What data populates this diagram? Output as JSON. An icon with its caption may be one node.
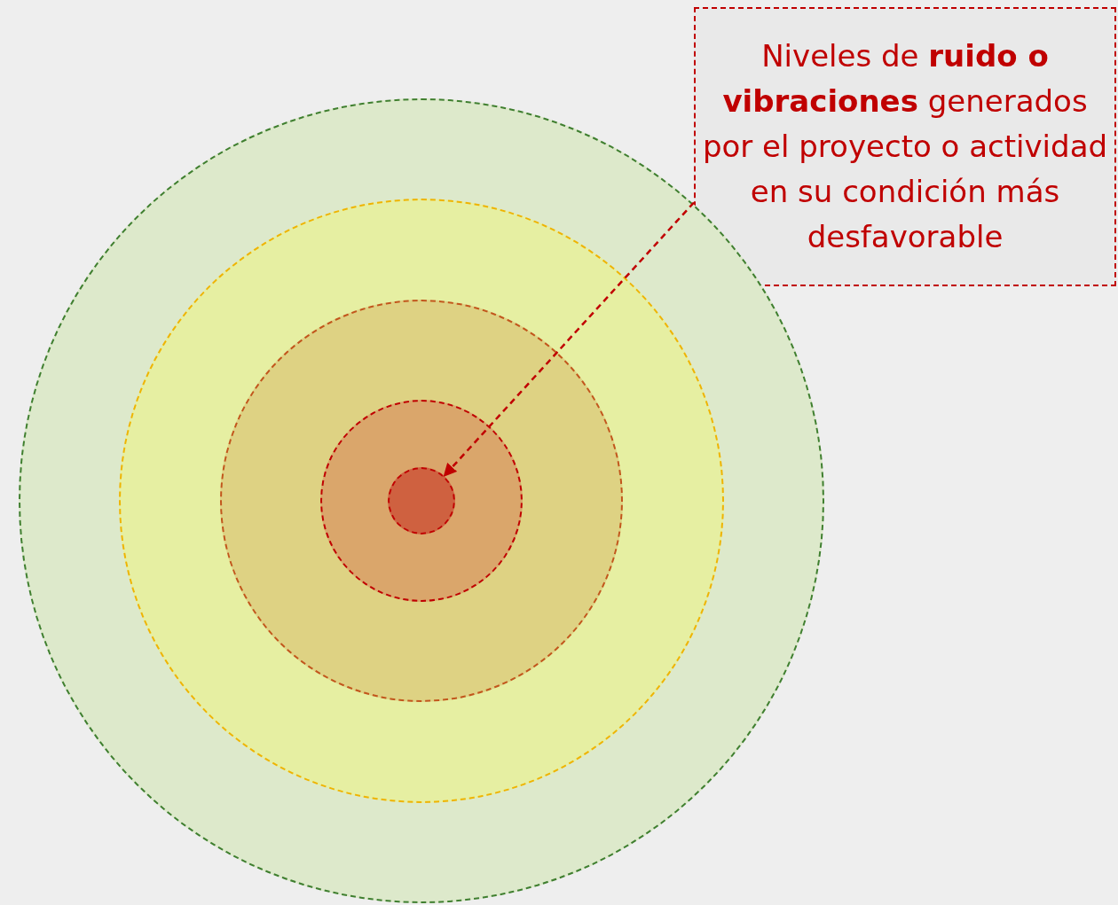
{
  "diagram": {
    "nodes": [
      {
        "text": [
          "Niveles de **ruido o vibraciones** generados por el proyecto o actividad en su condición más desfavorable"
        ]
      },
      {
        "text": [],
        "shape": "circle"
      },
      {
        "text": [],
        "shape": "circle",
        "in": 1
      },
      {
        "text": [],
        "shape": "circle",
        "in": 2
      },
      {
        "text": [],
        "shape": "circle",
        "in": 3
      },
      {
        "text": [],
        "shape": "circle",
        "in": 4
      }
    ],
    "edges": [
      {
        "from": 0,
        "to": 5,
        "arrow": "to",
        "style": "dashed"
      }
    ]
  }
}
